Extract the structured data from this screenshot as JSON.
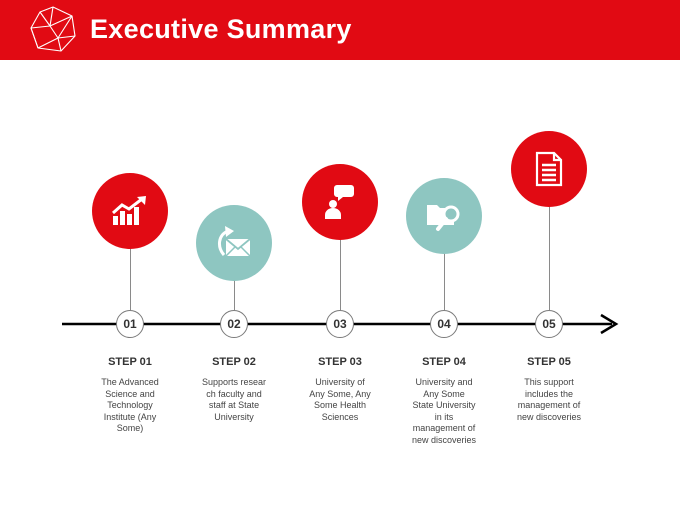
{
  "header": {
    "title": "Executive Summary",
    "background_color": "#e10a13",
    "logo_icon": "polyhedron-logo-icon"
  },
  "colors": {
    "red": "#e10a13",
    "teal": "#8ec6c1",
    "line": "#000000"
  },
  "steps": [
    {
      "number": "01",
      "label": "STEP 01",
      "description": [
        "The Advanced",
        "Science and",
        "Technology",
        "Institute (Any",
        "Some)"
      ],
      "color": "red",
      "icon": "growth-chart-icon"
    },
    {
      "number": "02",
      "label": "STEP 02",
      "description": [
        "Supports resear",
        "ch faculty and",
        "staff at State",
        "University"
      ],
      "color": "teal",
      "icon": "envelope-reply-icon"
    },
    {
      "number": "03",
      "label": "STEP 03",
      "description": [
        "University of",
        "Any Some, Any",
        "Some Health",
        "Sciences"
      ],
      "color": "red",
      "icon": "user-speech-icon"
    },
    {
      "number": "04",
      "label": "STEP 04",
      "description": [
        "University and",
        "Any Some",
        "State University",
        "in its",
        "management of",
        "new discoveries"
      ],
      "color": "teal",
      "icon": "folder-search-icon"
    },
    {
      "number": "05",
      "label": "STEP 05",
      "description": [
        "This support",
        "includes the",
        "management of",
        "new discoveries"
      ],
      "color": "red",
      "icon": "document-icon"
    }
  ]
}
